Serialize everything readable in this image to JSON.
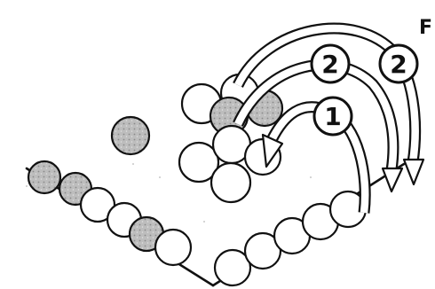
{
  "figure": {
    "corner_label": "F",
    "moves": [
      {
        "label": "2"
      },
      {
        "label": "2"
      },
      {
        "label": "1"
      }
    ]
  }
}
